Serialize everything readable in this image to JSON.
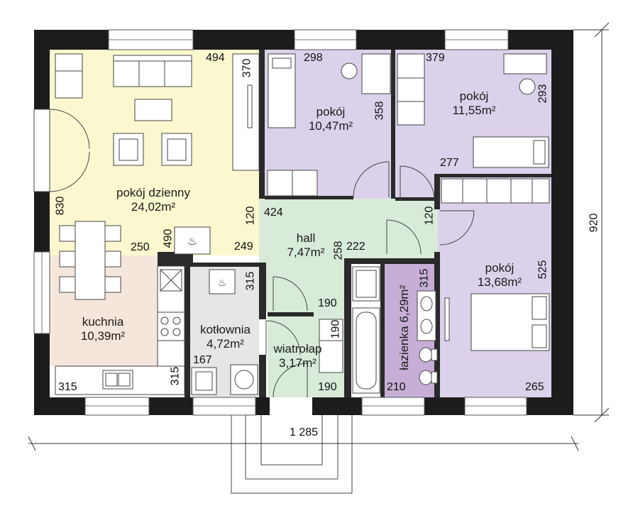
{
  "rooms": {
    "living": {
      "name": "pokój dzienny",
      "area": "24,02m²"
    },
    "kitchen": {
      "name": "kuchnia",
      "area": "10,39m²"
    },
    "boiler": {
      "name": "kotłownia",
      "area": "4,72m²"
    },
    "vestibule": {
      "name": "wiatrołap",
      "area": "3,17m²"
    },
    "hall": {
      "name": "hall",
      "area": "7,47m²"
    },
    "room1": {
      "name": "pokój",
      "area": "10,47m²"
    },
    "room2": {
      "name": "pokój",
      "area": "11,55m²"
    },
    "room3": {
      "name": "pokój",
      "area": "13,68m²"
    },
    "bathroom": {
      "name": "łazienka",
      "area": "6,29m²"
    }
  },
  "dimensions": {
    "d494": "494",
    "d370": "370",
    "d298": "298",
    "d358": "358",
    "d379": "379",
    "d293": "293",
    "d277": "277",
    "d830": "830",
    "d424": "424",
    "d120a": "120",
    "d120b": "120",
    "d490": "490",
    "d250": "250",
    "d249": "249",
    "d258": "258",
    "d222": "222",
    "d315a": "315",
    "d315b": "315",
    "d315c": "315",
    "d315d": "315",
    "d190a": "190",
    "d190b": "190",
    "d190c": "190",
    "d167": "167",
    "d210": "210",
    "d265": "265",
    "d525": "525",
    "total_width": "1 285",
    "total_height": "920"
  },
  "colors": {
    "living": "#fbf8cf",
    "kitchen": "#f5e6dc",
    "boiler": "#e5e7e5",
    "hall": "#d8ebd8",
    "bedroom": "#dcd1ea",
    "bathroom": "#c7aed6",
    "wall": "#1c1c1c"
  }
}
